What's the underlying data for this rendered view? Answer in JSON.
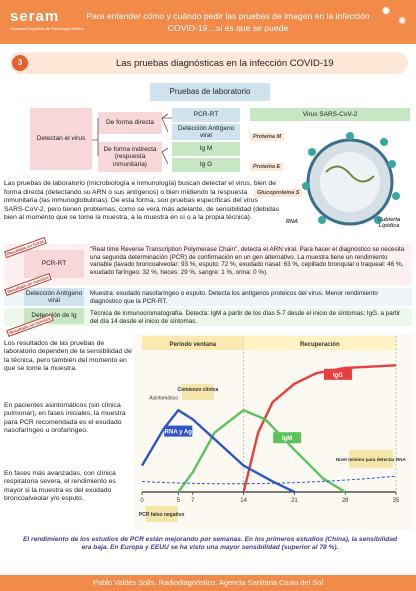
{
  "header": {
    "logo": "seram",
    "logo_sub": "Sociedad Española de Radiología Médica",
    "title": "Para entender cómo y cuándo pedir las pruebas de imagen en la infección COVID-19…si es que se puede"
  },
  "section": {
    "number": "3",
    "title": "Las pruebas diagnósticas en la infección COVID-19"
  },
  "lab": {
    "title": "Pruebas de laboratorio",
    "detect": "Detectan el virus",
    "direct": "De forma directa",
    "indirect": "De forma indirecta (respuesta inmunitaria)",
    "pcr": "PCR-RT",
    "antigen": "Detección Antígeno viral",
    "igm": "Ig M",
    "igg": "Ig G",
    "virus_title": "Virus SARS-CoV-2",
    "virus_labels": {
      "m": "Proteína M",
      "e": "Proteína E",
      "s": "Glucoproteína S",
      "rna": "RNA",
      "envelope": "Cubierta Lipídica"
    }
  },
  "intro": "Las pruebas de laboratorio (microbiología e inmunología) buscan detectar el virus, bien de forma directa (detectando su ARN o sus antígenos) o bien midiendo la respuesta inmunitaria (las inmunoglobulinas). De esta forma, son pruebas específicas del virus SARS-CoV-2, pero tienen problemas, como se verá más adelante, de sensibilidad (debidas bien al momento que se tome la muestra, a la muestra en sí o a la propia técnica).",
  "tests": [
    {
      "label": "PCR-RT",
      "tag": "Resultado en horas",
      "text": "\"Real time Reverse Transcription Polymerase Chain\", detecta el ARN viral. Para hacer el diagnóstico se necesita una segunda determinación (PCR) de confirmación en un gen alternativo. La muestra tiene un rendimiento variable (lavado broncoalveolar: 93 %, esputo: 72 %, exudado nasal: 63 %, cepillado bronquial o traqueal: 46 %, exudado faríngeo: 32 %, heces: 29 %, sangre: 1 %, orina: 0 %)."
    },
    {
      "label": "Detección Antígeno viral",
      "tag": "Resultado en minutos",
      "text": "Muestra: exudado nasofaríngeo o esputo. Detecta los antígenos proteicos del virus. Menor rendimiento diagnóstico que la PCR-RT."
    },
    {
      "label": "Detección de Ig",
      "tag": "Resultado en minutos",
      "text": "Técnica de inmunocromatografía. Detecta: IgM a partir de los días 5-7 desde el inicio de síntomas;  IgG, a partir del día 14 desde el inicio de síntomas."
    }
  ],
  "side": [
    "Los resultados de las pruebas de laboratorio dependen de la sensibilidad de la técnica, pero también del momento en que se tome la muestra.",
    "En pacientes asintomáticos (sin clínica pulmonar), en fases iniciales, la muestra para PCR recomendada es el exudado nasofaríngeo u orofaríngeo.",
    "En fases más avanzadas, con clínica respiratoria severa, el rendimiento es mayor si la muestra es del exudado broncoalveolar y/o esputo."
  ],
  "chart_data": {
    "type": "line",
    "x_ticks": [
      0,
      5,
      7,
      14,
      21,
      28,
      35
    ],
    "xlim": [
      0,
      35
    ],
    "phases": [
      {
        "name": "Periodo ventana",
        "from": 0,
        "to": 14
      },
      {
        "name": "Recuperación",
        "from": 14,
        "to": 35
      }
    ],
    "series": [
      {
        "name": "IgG",
        "color": "#e83e3e",
        "x": [
          14,
          16,
          18,
          21,
          24,
          28,
          35
        ],
        "y": [
          0,
          45,
          68,
          82,
          90,
          94,
          96
        ]
      },
      {
        "name": "IgM",
        "color": "#5cc25c",
        "x": [
          5,
          7,
          10,
          14,
          17,
          21,
          25,
          28
        ],
        "y": [
          0,
          15,
          45,
          62,
          55,
          32,
          10,
          0
        ]
      },
      {
        "name": "RNA y Ag",
        "color": "#2f57c7",
        "x": [
          0,
          3,
          5,
          7,
          10,
          14,
          18,
          21
        ],
        "y": [
          20,
          48,
          62,
          55,
          40,
          20,
          8,
          0
        ]
      }
    ],
    "annotations": [
      "Asintomático",
      "Comienzo clínica",
      "PCR falso negativo",
      "Nivel mínimo para detectar RNA"
    ]
  },
  "note": "El rendimiento de los estudios de PCR están mejorando por semanas. En los primeros estudios (China), la sensibilidad era baja. En Europa y EEUU se ha visto una mayor sensibilidad (superior al 78 %).",
  "footer": "Pablo Valdés Solís. Radiodiagnóstico. Agencia Sanitaria Costa del Sol"
}
